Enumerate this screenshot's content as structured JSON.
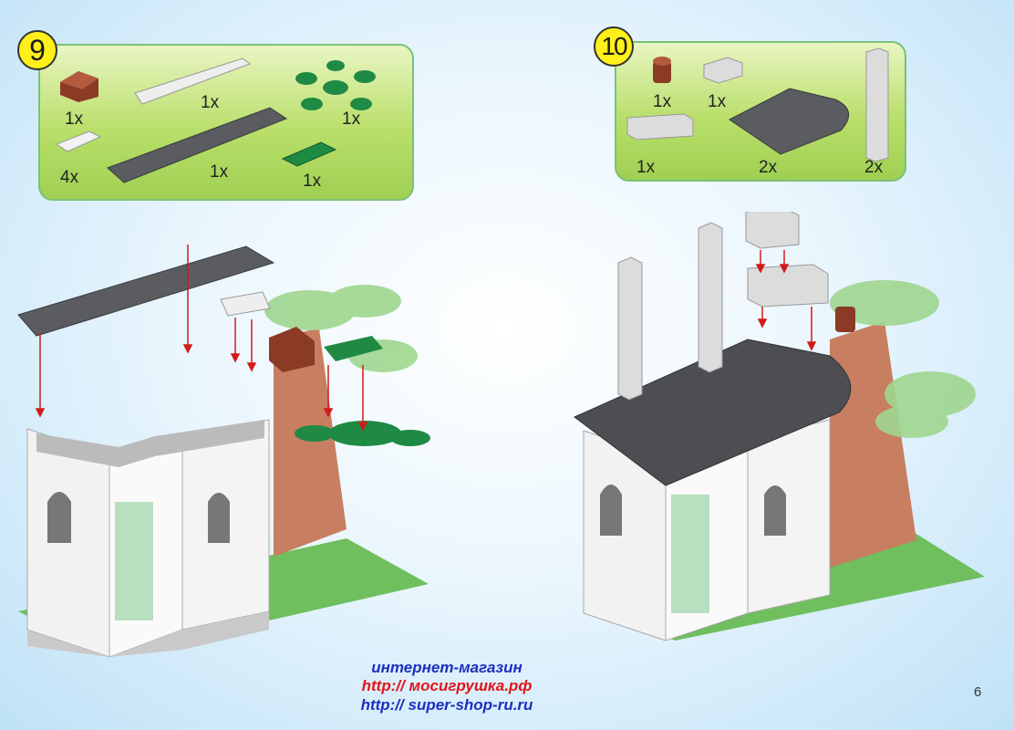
{
  "steps": [
    {
      "number": "9",
      "parts": [
        {
          "name": "brown-slope-brick",
          "qty": "1x",
          "color": "#8b3a25"
        },
        {
          "name": "light-gray-tile-1x6",
          "qty": "1x",
          "color": "#e6e6e6"
        },
        {
          "name": "green-leaf-plate",
          "qty": "1x",
          "color": "#1f8a44"
        },
        {
          "name": "light-gray-tile-1x2",
          "qty": "4x",
          "color": "#e6e6e6"
        },
        {
          "name": "dark-gray-plate-2x12",
          "qty": "1x",
          "color": "#5a5c60"
        },
        {
          "name": "green-plate-1x3",
          "qty": "1x",
          "color": "#1f8a44"
        }
      ]
    },
    {
      "number": "10",
      "parts": [
        {
          "name": "red-round-brick",
          "qty": "1x",
          "color": "#8b3a25"
        },
        {
          "name": "light-gray-brick-1x2",
          "qty": "1x",
          "color": "#dcdcdc"
        },
        {
          "name": "light-gray-brick-1x4",
          "qty": "1x",
          "color": "#dcdcdc"
        },
        {
          "name": "dark-gray-round-plate",
          "qty": "2x",
          "color": "#5a5c60"
        },
        {
          "name": "light-gray-pillar",
          "qty": "2x",
          "color": "#dcdcdc"
        }
      ]
    }
  ],
  "footer": {
    "shop": "интернет-магазин",
    "url1": "http:// мосигрушка.рф",
    "url2": "http:// super-shop-ru.ru"
  },
  "page_number": "6",
  "colors": {
    "arrow": "#d11a1a",
    "wall": "#f2f2f2",
    "tree": "#c77e61",
    "base": "#6fbf5e",
    "roof": "#4c4e52"
  }
}
